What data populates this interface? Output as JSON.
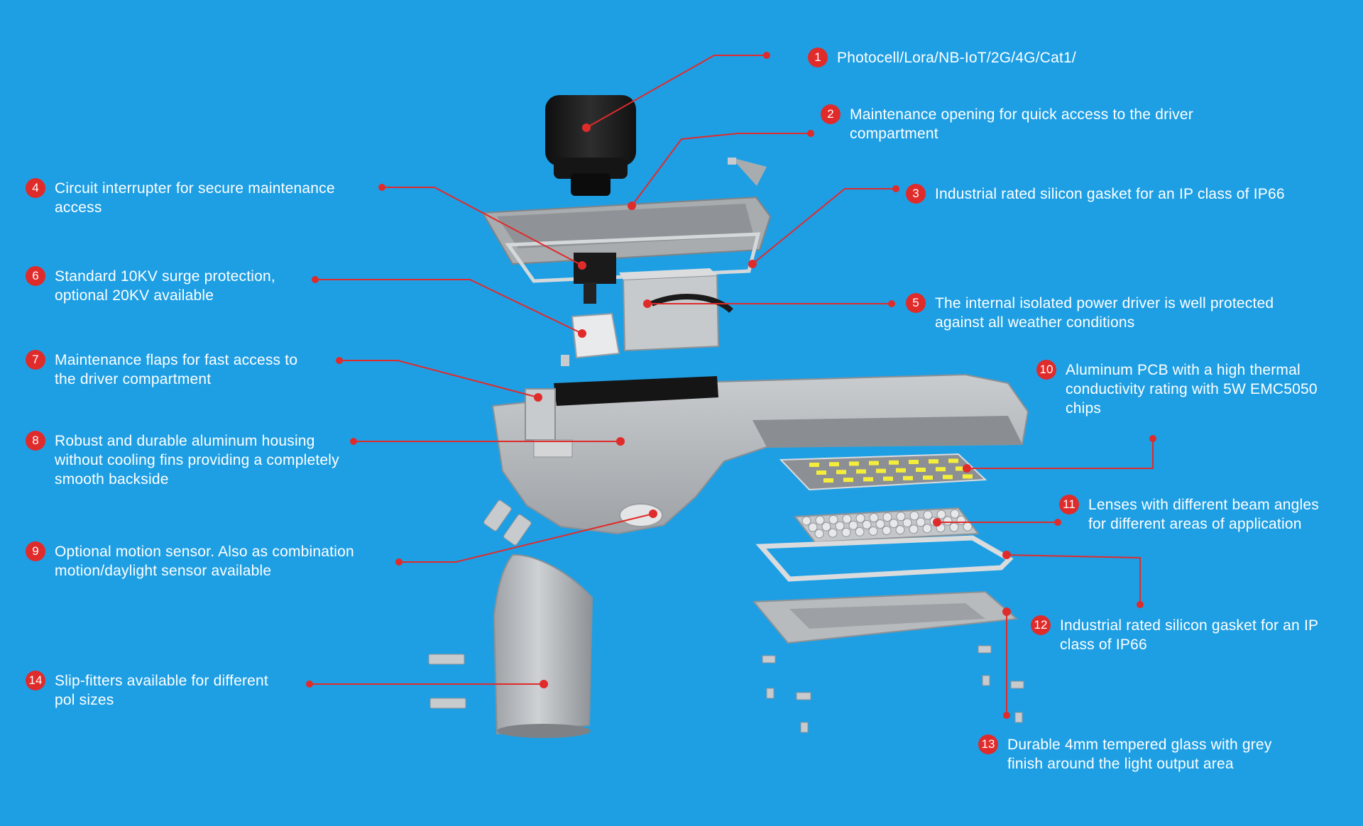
{
  "colors": {
    "background": "#1E9FE4",
    "callout_red": "#E02B2B",
    "text": "#FFFFFF",
    "housing_grey": "#B9BCBF",
    "dark_part": "#1B1B1B"
  },
  "callouts": [
    {
      "id": "1",
      "text": "Photocell/Lora/NB-IoT/2G/4G/Cat1/"
    },
    {
      "id": "2",
      "text": " Maintenance opening for quick access to the driver\ncompartment"
    },
    {
      "id": "3",
      "text": "Industrial rated silicon gasket for an IP class of IP66"
    },
    {
      "id": "4",
      "text": "Circuit interrupter for secure maintenance\naccess"
    },
    {
      "id": "5",
      "text": "The internal isolated power driver is well protected\nagainst all weather conditions"
    },
    {
      "id": "6",
      "text": "Standard 10KV surge protection,\noptional 20KV available"
    },
    {
      "id": "7",
      "text": "Maintenance flaps for fast access to\nthe driver compartment"
    },
    {
      "id": "8",
      "text": "Robust and durable aluminum housing\nwithout cooling fins providing a completely\nsmooth backside"
    },
    {
      "id": "9",
      "text": "Optional motion sensor. Also as combination\nmotion/daylight sensor available"
    },
    {
      "id": "10",
      "text": "Aluminum PCB with a high thermal\nconductivity rating with 5W EMC5050\nchips"
    },
    {
      "id": "11",
      "text": "Lenses with different beam angles\nfor different areas of application"
    },
    {
      "id": "12",
      "text": "Industrial rated silicon gasket for an IP\nclass of IP66"
    },
    {
      "id": "13",
      "text": "Durable 4mm tempered glass with grey\nfinish around the light output area"
    },
    {
      "id": "14",
      "text": "Slip-fitters available for different\npol sizes"
    }
  ]
}
